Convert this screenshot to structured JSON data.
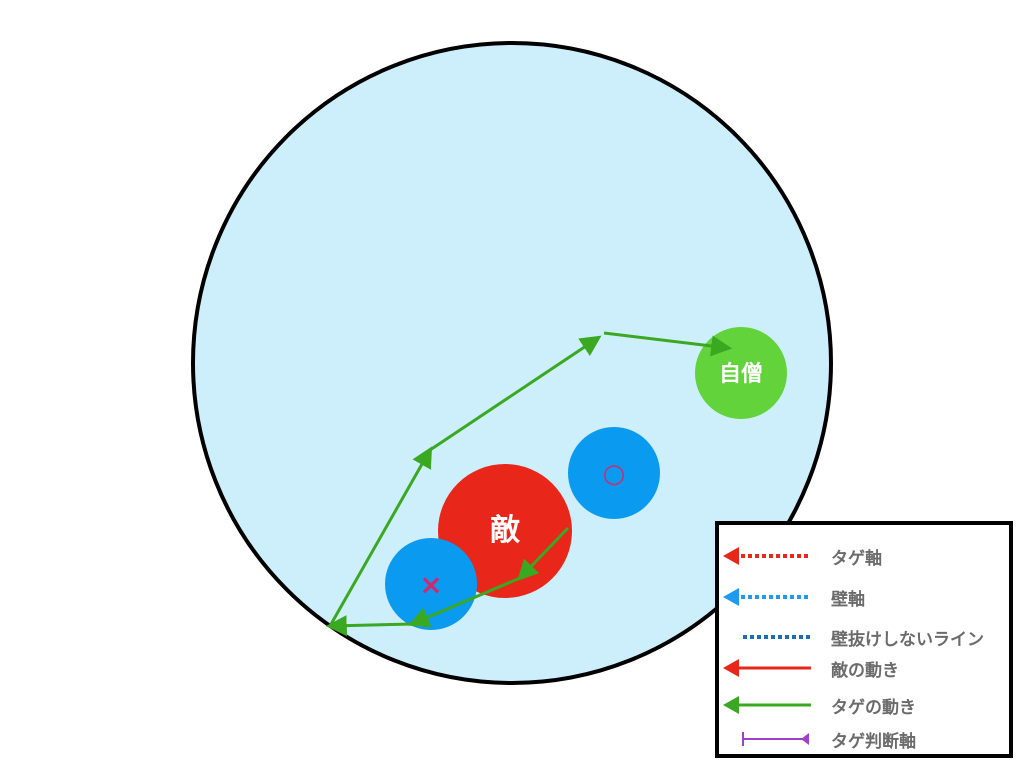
{
  "arena": {
    "fill": "#cdeefb",
    "stroke": "#000000"
  },
  "tokens": {
    "enemy": {
      "label": "敵",
      "color": "#e8261a"
    },
    "self": {
      "label": "自僧",
      "color": "#62d33a"
    },
    "wall_ok": {
      "mark": "○",
      "color": "#0a9bf0",
      "mark_color": "#d3286a"
    },
    "wall_ng": {
      "mark": "×",
      "color": "#0a9bf0",
      "mark_color": "#d3286a"
    }
  },
  "colors": {
    "tag_move": "#3aa820",
    "tag_axis": "#e8261a",
    "wall_axis": "#1e9bf0",
    "no_wall_line": "#1a6fb4",
    "enemy_move": "#e8261a",
    "judge_axis": "#a040c8"
  },
  "legend": {
    "items": [
      {
        "label": "タゲ軸"
      },
      {
        "label": "壁軸"
      },
      {
        "label": "壁抜けしないライン"
      },
      {
        "label": "敵の動き"
      },
      {
        "label": "タゲの動き"
      },
      {
        "label": "タゲ判断軸"
      }
    ]
  }
}
